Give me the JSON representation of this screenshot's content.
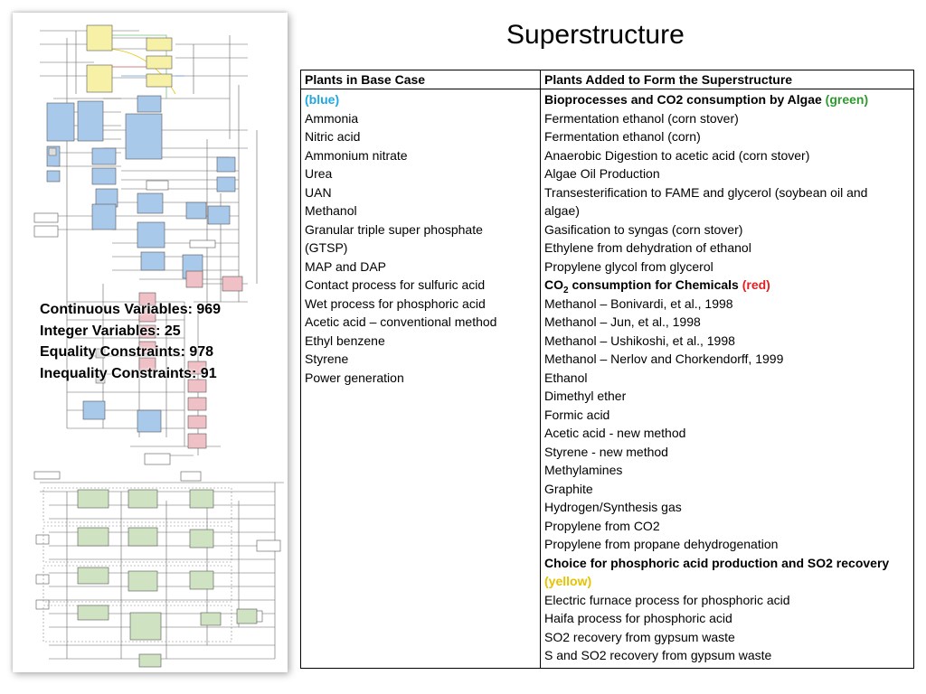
{
  "title": "Superstructure",
  "stats": [
    "Continuous Variables: 969",
    "Integer Variables: 25",
    "Equality Constraints: 978",
    "Inequality Constraints: 91"
  ],
  "table": {
    "headers": [
      "Plants in Base Case",
      "Plants Added to Form the Superstructure"
    ],
    "base_case": {
      "color_label": "(blue)",
      "items": [
        "Ammonia",
        "Nitric acid",
        "Ammonium nitrate",
        "Urea",
        "UAN",
        "Methanol",
        "Granular triple super phosphate",
        "(GTSP)",
        "MAP and DAP",
        "Contact process for sulfuric acid",
        "Wet process for phosphoric acid",
        "Acetic acid – conventional method",
        "Ethyl benzene",
        "Styrene",
        "Power generation"
      ]
    },
    "added": {
      "group1": {
        "heading": "Bioprocesses and CO2 consumption by Algae",
        "color_label": "(green)",
        "items": [
          "Fermentation ethanol (corn stover)",
          "Fermentation ethanol (corn)",
          "Anaerobic Digestion to acetic acid (corn stover)",
          "Algae Oil Production",
          "Transesterification to FAME and glycerol (soybean oil and",
          "algae)",
          "Gasification to syngas (corn stover)",
          "Ethylene from dehydration of ethanol",
          "Propylene glycol from glycerol"
        ]
      },
      "group2": {
        "heading_prefix": "CO",
        "heading_sub": "2",
        "heading_suffix": " consumption for Chemicals",
        "color_label": "(red)",
        "items": [
          "Methanol – Bonivardi, et al., 1998",
          "Methanol – Jun, et al., 1998",
          "Methanol – Ushikoshi, et al., 1998",
          "Methanol – Nerlov and Chorkendorff, 1999",
          "Ethanol",
          "Dimethyl ether",
          "Formic acid",
          "Acetic acid - new method",
          "Styrene - new method",
          "Methylamines",
          "Graphite",
          "Hydrogen/Synthesis gas",
          "Propylene from CO2",
          "Propylene from propane dehydrogenation"
        ]
      },
      "group3": {
        "heading": "Choice for phosphoric acid production and SO2 recovery",
        "color_label": "(yellow)",
        "items": [
          "Electric furnace process for phosphoric acid",
          "Haifa process for phosphoric acid",
          "SO2 recovery from gypsum waste",
          "S and SO2 recovery from gypsum waste"
        ]
      }
    }
  },
  "colors": {
    "blue_block": "#a9c9ea",
    "yellow_block": "#f7f1a8",
    "red_block": "#efc0c6",
    "green_block": "#cfe3c3"
  }
}
